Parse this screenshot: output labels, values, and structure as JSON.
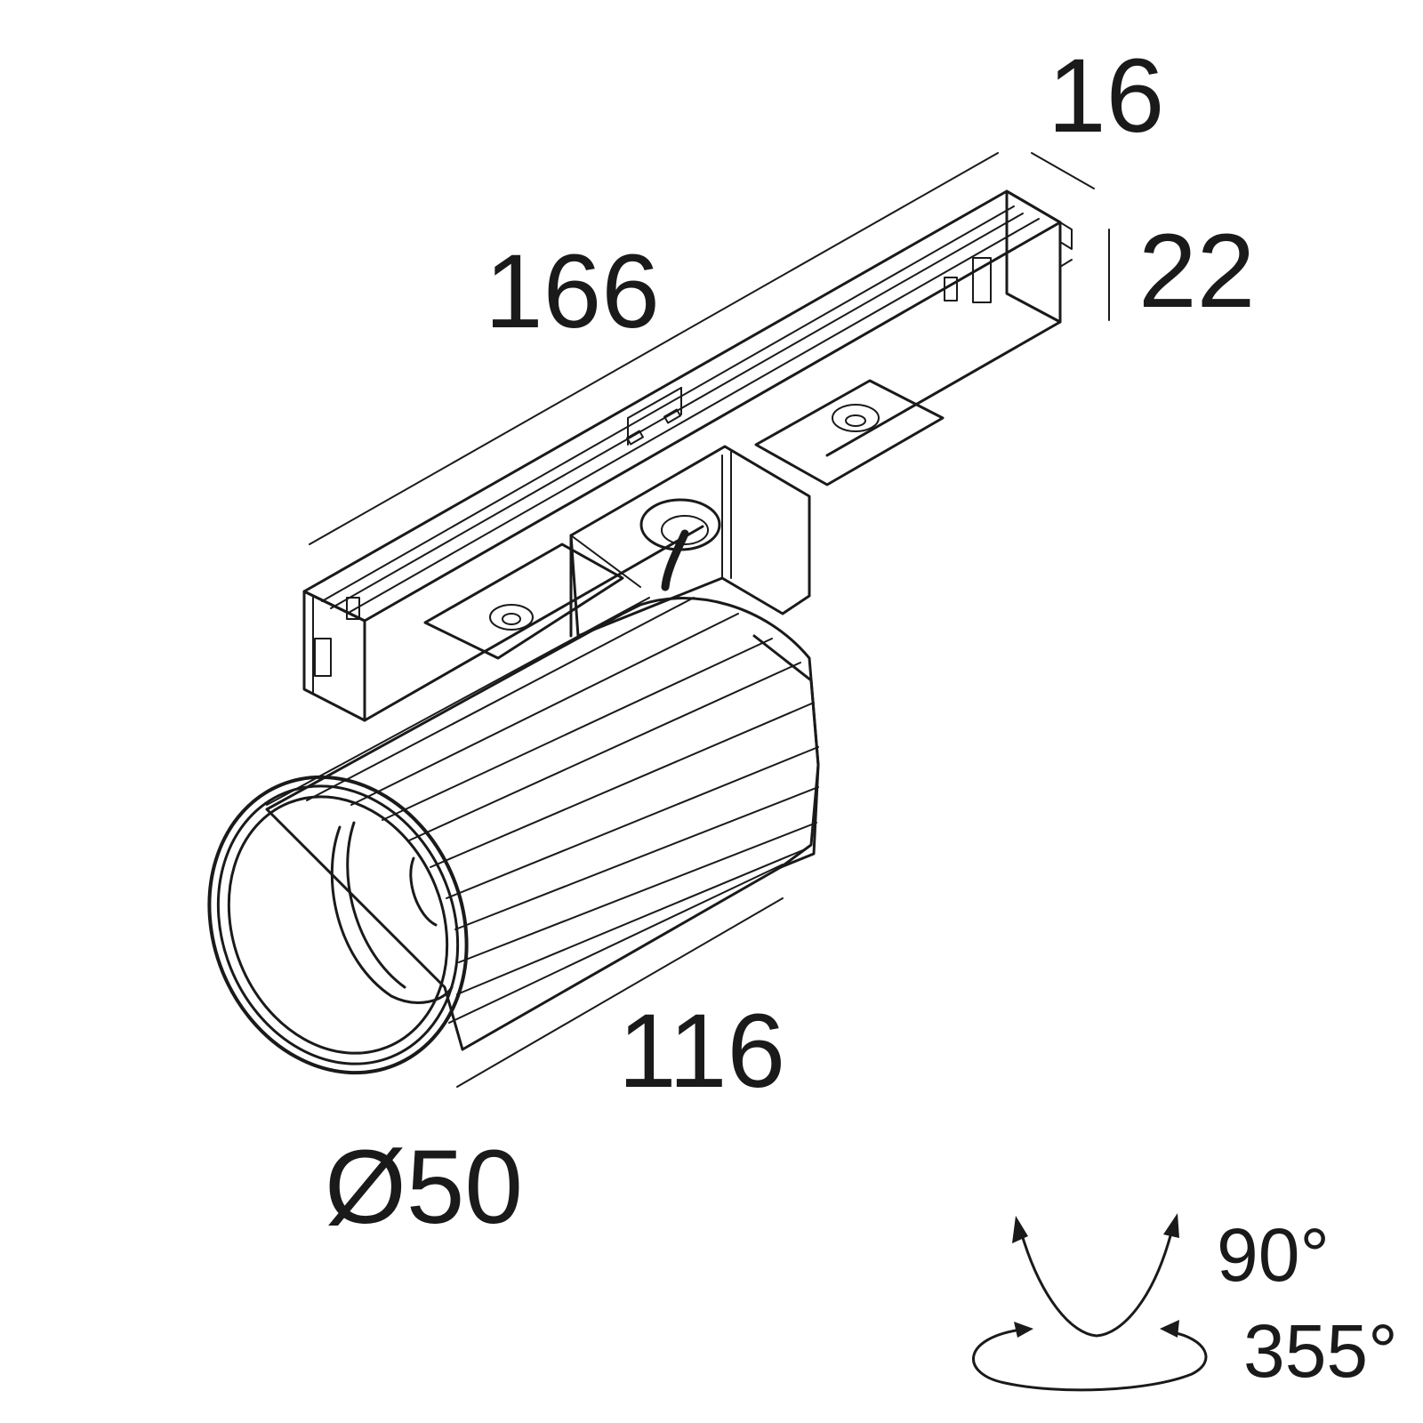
{
  "dimensions": {
    "track_length": "166",
    "track_width": "16",
    "track_height": "22",
    "body_length": "116",
    "diameter": "Ø50"
  },
  "rotation": {
    "tilt": "90°",
    "pan": "355°"
  }
}
